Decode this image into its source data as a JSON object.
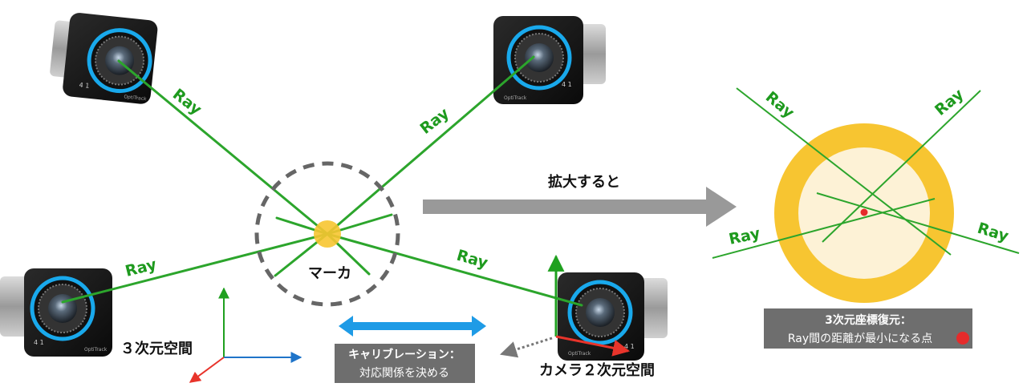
{
  "labels": {
    "ray": "Ray",
    "marker": "マーカ",
    "zoom": "拡大すると",
    "world_space": "３次元空間",
    "camera_space": "カメラ２次元空間",
    "calibration_title": "キャリブレーション：",
    "calibration_desc": "対応関係を決める",
    "recon_title": "3次元座標復元：",
    "recon_desc": "Ray間の距離が最小になる点"
  },
  "camera": {
    "brand": "OptiTrack",
    "id_text": "4 1"
  },
  "colors": {
    "ray": "#2ca52c",
    "marker": "#f7c531",
    "dashed_circle": "#666666",
    "zoom_arrow": "#999999",
    "axis_green": "#1fa01f",
    "axis_blue": "#1f74c9",
    "axis_red": "#e8342b",
    "calib_arrow": "#1e9be6",
    "box_bg": "#6e6e6e",
    "zoom_outer": "#f7c531",
    "zoom_inner": "#fdf2d6",
    "point": "#e52b2b"
  }
}
